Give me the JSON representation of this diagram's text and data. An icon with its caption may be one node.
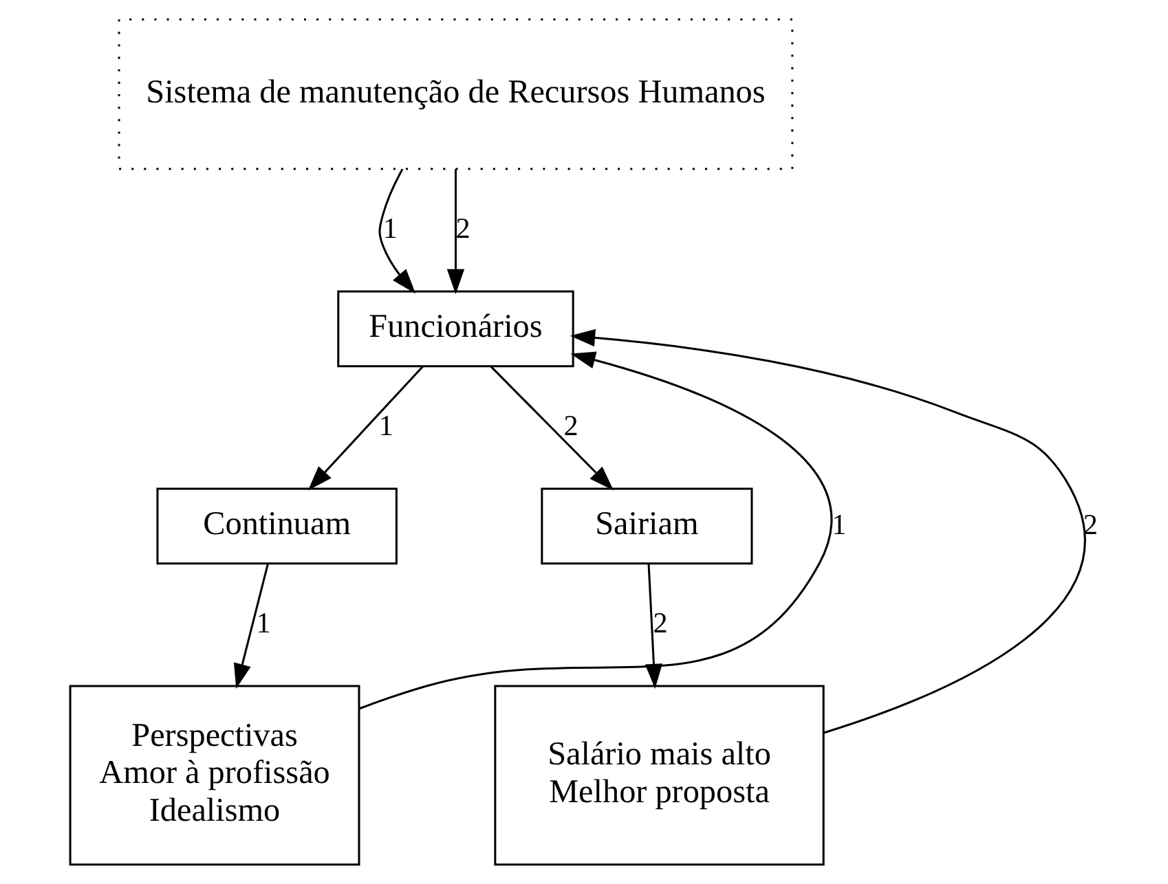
{
  "diagram": {
    "nodes": [
      {
        "text": [
          "Sistema de manutenção de Recursos Humanos"
        ]
      },
      {
        "text": [
          "Funcionários"
        ]
      },
      {
        "text": [
          "Continuam"
        ]
      },
      {
        "text": [
          "Sairiam"
        ]
      },
      {
        "text": [
          "Perspectivas",
          "Amor à profissão",
          "Idealismo"
        ]
      },
      {
        "text": [
          "Salário mais alto",
          "Melhor proposta"
        ]
      }
    ],
    "edges": [
      {
        "from": 0,
        "to": 1,
        "arrow": "to",
        "label": "1"
      },
      {
        "from": 0,
        "to": 1,
        "arrow": "to",
        "label": "2"
      },
      {
        "from": 1,
        "to": 2,
        "arrow": "to",
        "label": "1"
      },
      {
        "from": 1,
        "to": 3,
        "arrow": "to",
        "label": "2"
      },
      {
        "from": 2,
        "to": 4,
        "arrow": "to",
        "label": "1"
      },
      {
        "from": 3,
        "to": 5,
        "arrow": "to",
        "label": "2"
      },
      {
        "from": 4,
        "to": 1,
        "arrow": "to",
        "label": "1"
      },
      {
        "from": 5,
        "to": 1,
        "arrow": "to",
        "label": "2"
      }
    ]
  }
}
